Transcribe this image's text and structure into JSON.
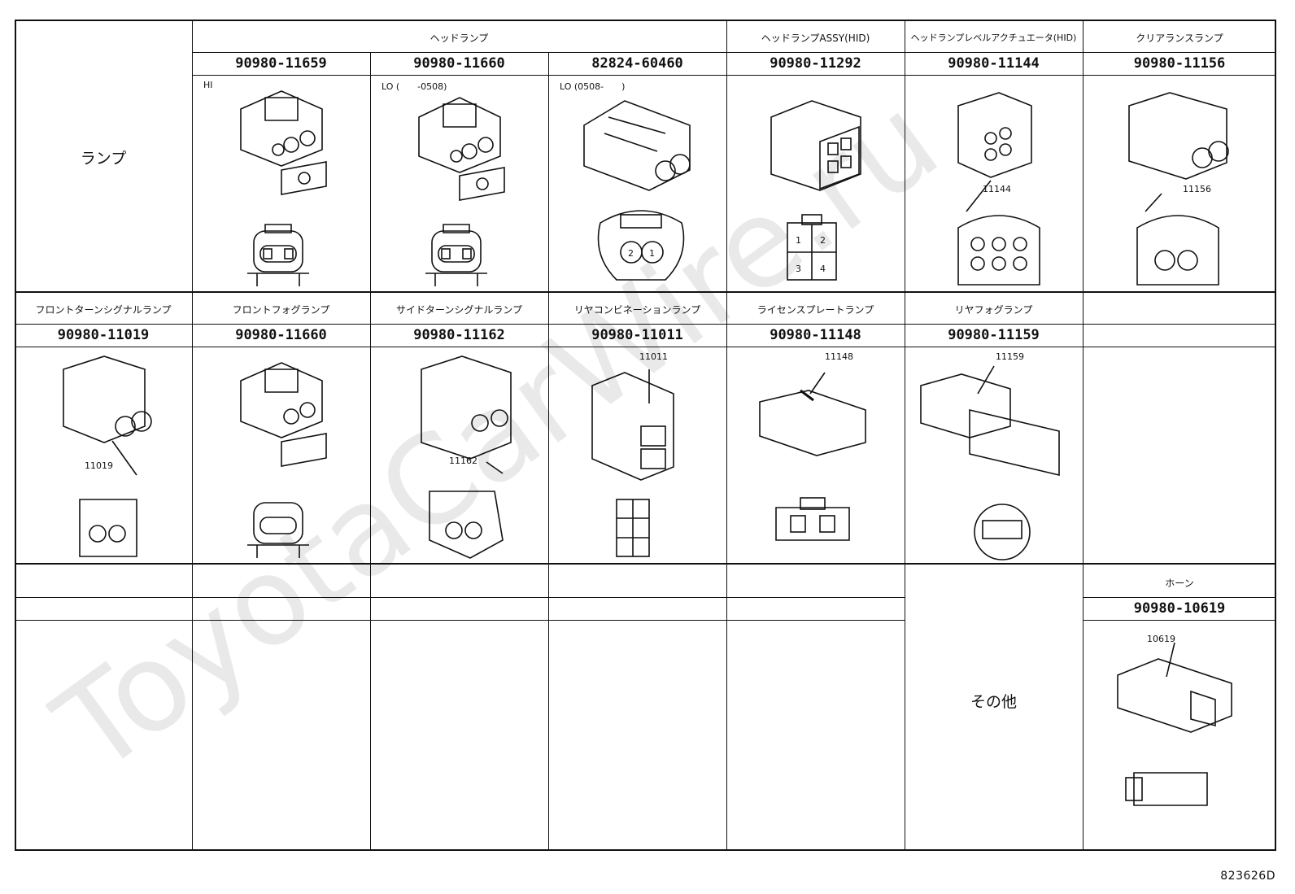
{
  "watermark": "ToyotaCarWire.ru",
  "doc_id": "823626D",
  "row1": {
    "category": "ランプ",
    "groups": [
      "ヘッドランプ",
      "ヘッドランプASSY(HID)",
      "ヘッドランプレベルアクチュエータ(HID)",
      "クリアランスランプ"
    ],
    "parts": [
      "90980-11659",
      "90980-11660",
      "82824-60460",
      "90980-11292",
      "90980-11144",
      "90980-11156"
    ],
    "notes": [
      "HI",
      "LO (　　-0508)",
      "LO (0508-　　)"
    ],
    "callouts": [
      "11144",
      "11156"
    ]
  },
  "row2": {
    "captions": [
      "フロントターンシグナルランプ",
      "フロントフォグランプ",
      "サイドターンシグナルランプ",
      "リヤコンビネーションランプ",
      "ライセンスプレートランプ",
      "リヤフォグランプ"
    ],
    "parts": [
      "90980-11019",
      "90980-11660",
      "90980-11162",
      "90980-11011",
      "90980-11148",
      "90980-11159"
    ],
    "callouts": [
      "11019",
      "11162",
      "11011",
      "11148",
      "11159"
    ]
  },
  "row3": {
    "other_label": "その他",
    "horn_caption": "ホーン",
    "horn_part": "90980-10619",
    "horn_callout": "10619"
  }
}
